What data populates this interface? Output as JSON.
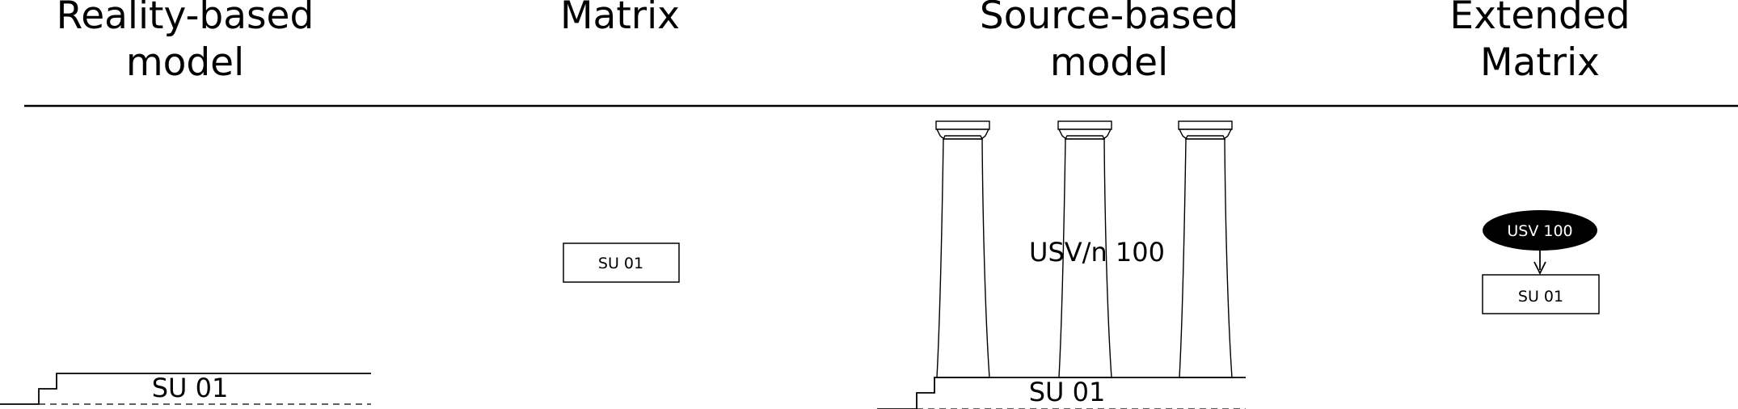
{
  "headers": {
    "reality_line1": "Reality-based",
    "reality_line2": "model",
    "matrix": "Matrix",
    "source_line1": "Source-based",
    "source_line2": "model",
    "extended_line1": "Extended",
    "extended_line2": "Matrix"
  },
  "reality_model": {
    "su_label": "SU 01"
  },
  "matrix": {
    "box_label": "SU 01"
  },
  "source_model": {
    "usv_label": "USV/n 100",
    "su_label": "SU 01"
  },
  "extended_matrix": {
    "usv_node": "USV 100",
    "su_box": "SU 01"
  },
  "colors": {
    "ink": "#000000",
    "background": "#ffffff"
  }
}
